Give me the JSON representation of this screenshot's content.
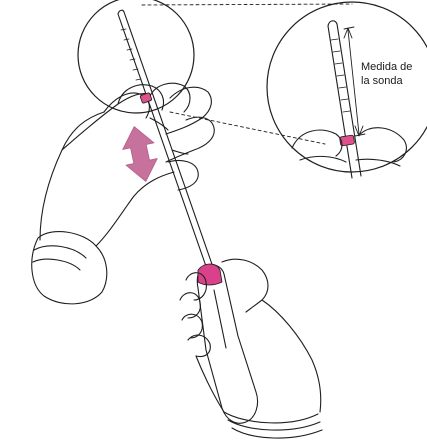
{
  "callout": {
    "label_line1": "Medida de",
    "label_line2": "la sonda"
  },
  "colors": {
    "outline": "#1f1f1f",
    "marker": "#e0508c",
    "marker_light": "#f3a9c6",
    "handle_accent": "#d9428a",
    "arrow_fill": "#c7719d",
    "background": "#ffffff"
  },
  "icons": {
    "movement_arrow": "double-arrow-vertical",
    "measure_arrow": "dimension-arrow"
  }
}
